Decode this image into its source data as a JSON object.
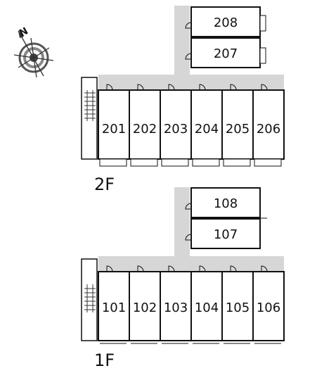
{
  "colors": {
    "corridor": "#d6d6d6",
    "wall": "#111111",
    "unit_fill": "#ffffff"
  },
  "compass": {
    "label": "N",
    "icon": "compass-rose-icon"
  },
  "floors": [
    {
      "id": "2F",
      "label": "2F",
      "annex_units": [
        "208",
        "207"
      ],
      "row_units": [
        "201",
        "202",
        "203",
        "204",
        "205",
        "206"
      ]
    },
    {
      "id": "1F",
      "label": "1F",
      "annex_units": [
        "108",
        "107"
      ],
      "row_units": [
        "101",
        "102",
        "103",
        "104",
        "105",
        "106"
      ]
    }
  ]
}
